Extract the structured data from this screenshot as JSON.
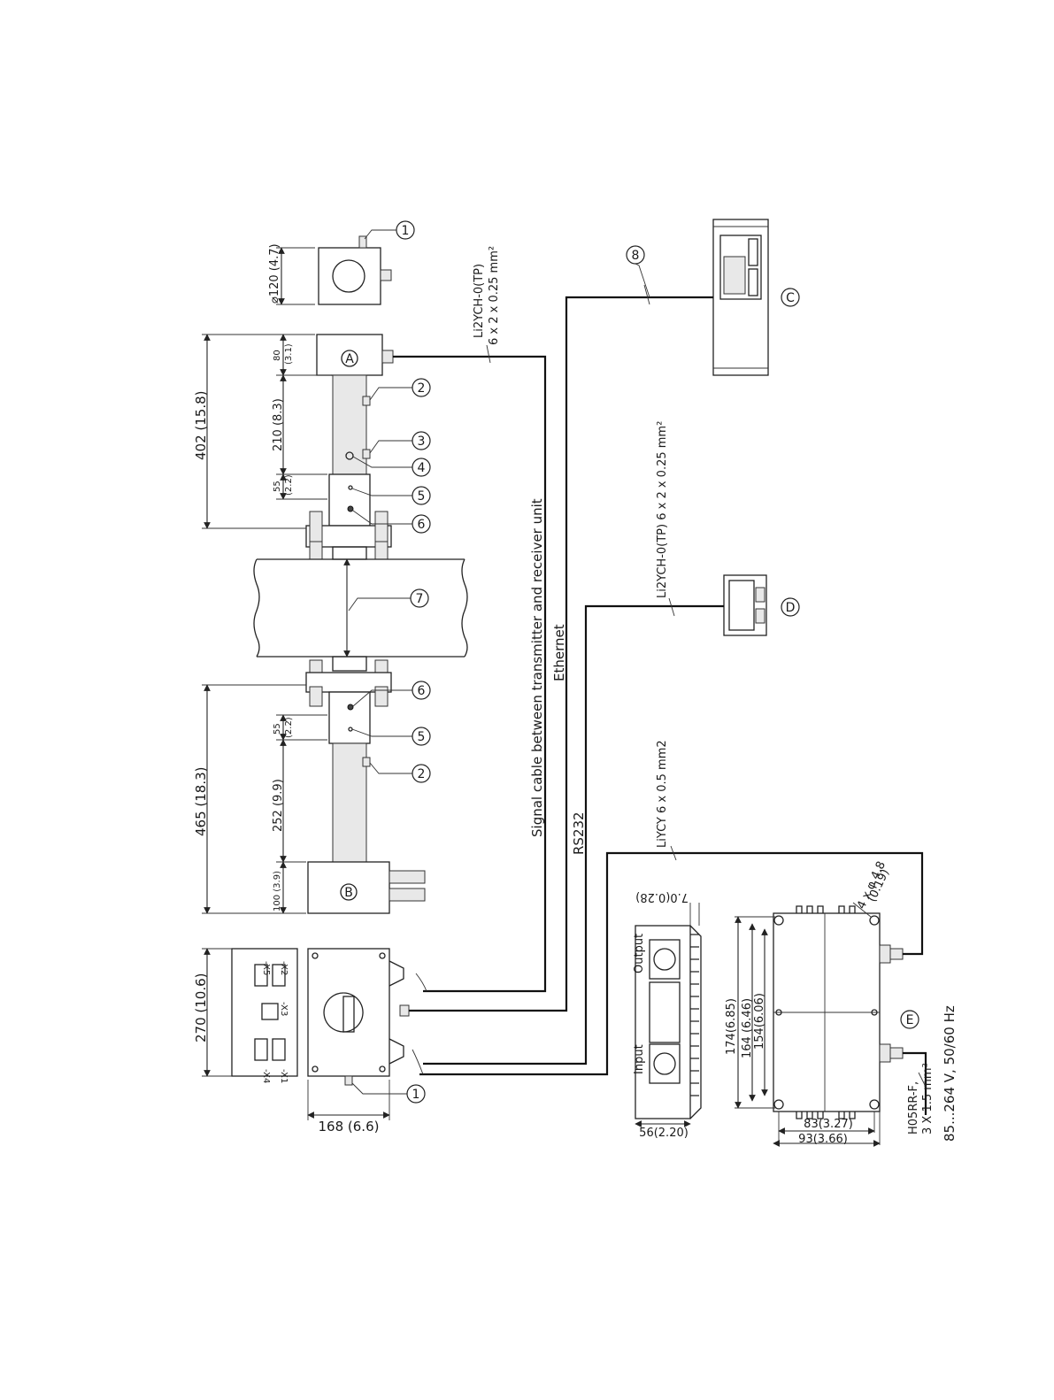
{
  "dimensions": {
    "d_upper_total": "402 (15.8)",
    "d_upper_top": "80",
    "d_upper_top_in": "(3.1)",
    "d_upper_mid": "210 (8.3)",
    "d_upper_low": "55",
    "d_upper_low_in": "(2.2)",
    "d_flange_size": "120 (4.7)",
    "d_lower_total": "465 (18.3)",
    "d_lower_top": "55",
    "d_lower_top_in": "(2.2)",
    "d_lower_mid": "252 (9.9)",
    "d_lower_low": "100 (3.9)",
    "d_term_height": "270 (10.6)",
    "d_term_width": "168 (6.6)",
    "d_psu_w1": "174(6.85)",
    "d_psu_w2": "164 (6.46)",
    "d_psu_w3": "154(6.06)",
    "d_psu_h1": "83(3.27)",
    "d_psu_h2": "93(3.66)",
    "d_side_w": "56(2.20)",
    "d_side_t": "7.0(0.28)",
    "d_holes": "4 x φ 4.8",
    "d_holes_in": "(0.19)"
  },
  "labels": {
    "unit_a": "A",
    "unit_b": "B",
    "unit_c": "C",
    "unit_d": "D",
    "unit_e": "E",
    "cable_signal": "Signal cable between transmitter and receiver unit",
    "cable_ethernet": "Ethernet",
    "cable_rs232": "RS232",
    "cable_top_1": "Li2YCH-0(TP)",
    "cable_top_2": "6 x 2 x 0.25 mm²",
    "cable_d": "Li2YCH-0(TP) 6 x 2 x 0.25 mm²",
    "cable_e": "LiYCY 6 x 0.5 mm2",
    "power_cable_1": "H05RR-F,",
    "power_cable_2": "3 X 1.5 mm²",
    "power_supply": "85...264 V, 50/60 Hz",
    "side_output": "Output",
    "side_input": "Input",
    "term_x1": "-X1",
    "term_x2": "-X2",
    "term_x3": "-X3",
    "term_x4": "-X4",
    "term_x5": "-X5"
  },
  "callouts": {
    "n1": "1",
    "n2": "2",
    "n3": "3",
    "n4": "4",
    "n5": "5",
    "n6": "6",
    "n7": "7",
    "n8": "8"
  }
}
